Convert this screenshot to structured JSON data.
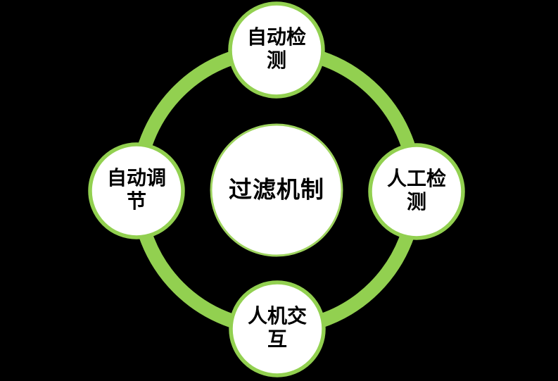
{
  "colors": {
    "ring": "#92d050",
    "node_border": "#92d050",
    "node_fill": "#ffffff",
    "center_border": "#9ed35f",
    "center_fill": "#ffffff",
    "text": "#000000",
    "background": "#000000"
  },
  "diagram": {
    "type": "cycle",
    "center": {
      "label": "过滤机制"
    },
    "nodes": [
      {
        "position": "top",
        "label": "自动检测",
        "lines": [
          "自动检",
          "测"
        ]
      },
      {
        "position": "right",
        "label": "人工检测",
        "lines": [
          "人工检",
          "测"
        ]
      },
      {
        "position": "bottom",
        "label": "人机交互",
        "lines": [
          "人机交",
          "互"
        ]
      },
      {
        "position": "left",
        "label": "自动调节",
        "lines": [
          "自动调",
          "节"
        ]
      }
    ]
  }
}
